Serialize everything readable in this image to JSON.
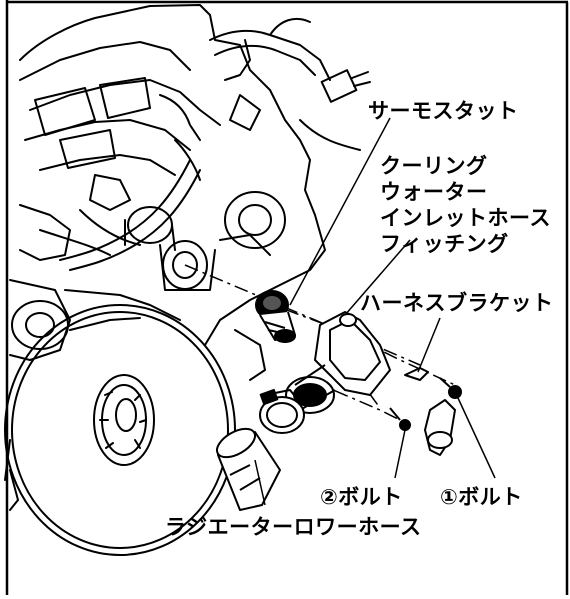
{
  "labels": {
    "thermostat": "サーモスタット",
    "inlet_hose_fitting_line1": "クーリング",
    "inlet_hose_fitting_line2": "ウォーター",
    "inlet_hose_fitting_line3": "インレットホース",
    "inlet_hose_fitting_line4": "フィッチング",
    "harness_bracket": "ハーネスブラケット",
    "bolt_2": "②ボルト",
    "bolt_1": "①ボルト",
    "radiator_lower_hose": "ラジエーターロワーホース"
  },
  "colors": {
    "line": "#000000",
    "background": "#ffffff"
  }
}
